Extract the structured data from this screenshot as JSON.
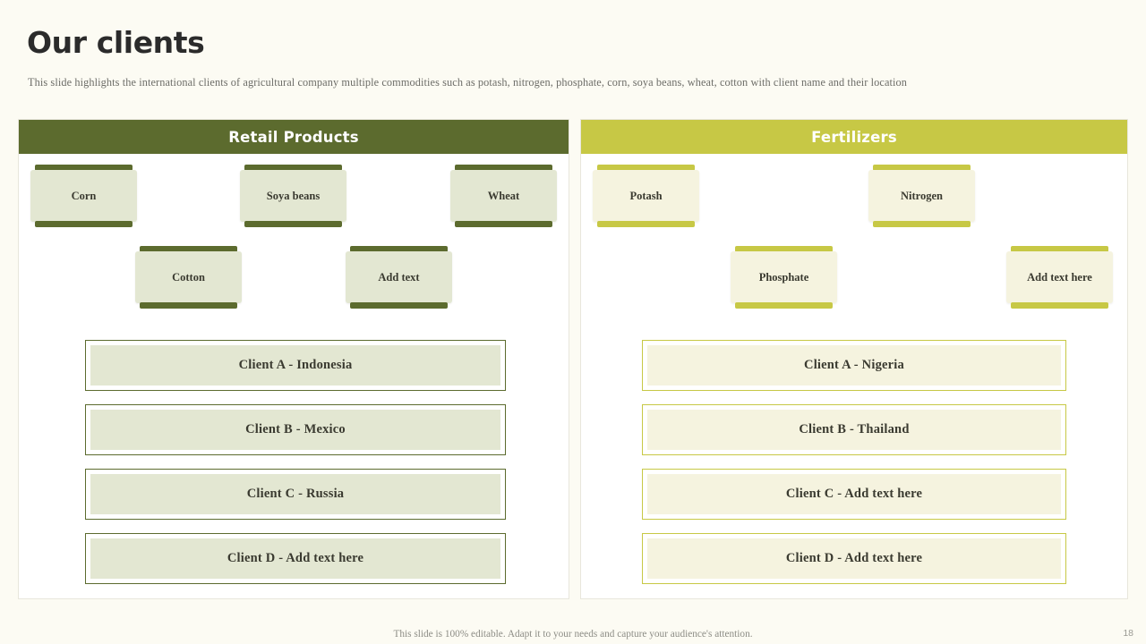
{
  "slide": {
    "title": "Our clients",
    "subtitle": "This slide highlights the international clients of agricultural company multiple  commodities  such as potash, nitrogen, phosphate, corn,  soya beans, wheat, cotton with client name and their location",
    "footer_note": "This slide is 100% editable. Adapt it to your needs and capture your audience's attention.",
    "page_number": "18"
  },
  "colors": {
    "background": "#fcfbf3",
    "left_accent": "#5c6b2e",
    "right_accent": "#c7c845",
    "left_fill": "#e3e7d2",
    "right_fill": "#f5f3df",
    "title_text": "#2b2b2b",
    "body_text": "#3a3a30",
    "muted_text": "#6d6d68"
  },
  "panels": [
    {
      "id": "retail-products",
      "header": "Retail Products",
      "commodities": [
        {
          "label": "Corn"
        },
        {
          "label": "Soya beans"
        },
        {
          "label": "Wheat"
        },
        {
          "label": "Cotton"
        },
        {
          "label": "Add text"
        }
      ],
      "clients": [
        {
          "label": "Client A - Indonesia"
        },
        {
          "label": "Client B - Mexico"
        },
        {
          "label": "Client C - Russia"
        },
        {
          "label": "Client D - Add text here"
        }
      ]
    },
    {
      "id": "fertilizers",
      "header": "Fertilizers",
      "commodities": [
        {
          "label": "Potash"
        },
        {
          "label": "Nitrogen"
        },
        {
          "label": "Phosphate"
        },
        {
          "label": "Add text here"
        }
      ],
      "clients": [
        {
          "label": "Client A - Nigeria"
        },
        {
          "label": "Client B - Thailand"
        },
        {
          "label": "Client C - Add text here"
        },
        {
          "label": "Client D - Add text here"
        }
      ]
    }
  ]
}
